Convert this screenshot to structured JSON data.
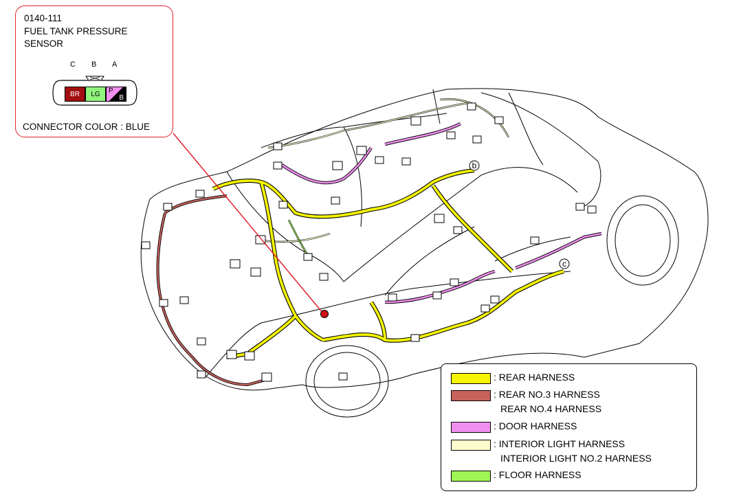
{
  "callout": {
    "code": "0140-111",
    "name_line1": "FUEL TANK PRESSURE",
    "name_line2": "SENSOR",
    "pin_labels": [
      "C",
      "B",
      "A"
    ],
    "pins": [
      {
        "terminal": "C",
        "wire": "BR",
        "color": "#a30f10"
      },
      {
        "terminal": "B",
        "wire": "LG",
        "color": "#90f57d"
      },
      {
        "terminal": "A",
        "wire_top": "P",
        "wire_bottom": "B",
        "color_top": "#f28ef0",
        "color_bottom": "#000000"
      }
    ],
    "connector_color": "CONNECTOR COLOR : BLUE"
  },
  "markers": {
    "b": "b",
    "c": "c"
  },
  "colors": {
    "rear": "#f5f500",
    "rear_no3": "#c8625c",
    "door": "#f28ef0",
    "interior": "#fdfccd",
    "floor": "#9ef553",
    "callout_line": "#e0202a",
    "sensor": "#d01010"
  },
  "legend": [
    {
      "swatch": "#f5f500",
      "lines": [
        ": REAR HARNESS"
      ]
    },
    {
      "swatch": "#c8625c",
      "lines": [
        ": REAR NO.3 HARNESS",
        "REAR NO.4 HARNESS"
      ]
    },
    {
      "swatch": "#f28ef0",
      "lines": [
        ": DOOR HARNESS"
      ]
    },
    {
      "swatch": "#fdfccd",
      "lines": [
        ": INTERIOR LIGHT HARNESS",
        "INTERIOR LIGHT NO.2 HARNESS"
      ]
    },
    {
      "swatch": "#9ef553",
      "lines": [
        ": FLOOR HARNESS"
      ]
    }
  ]
}
